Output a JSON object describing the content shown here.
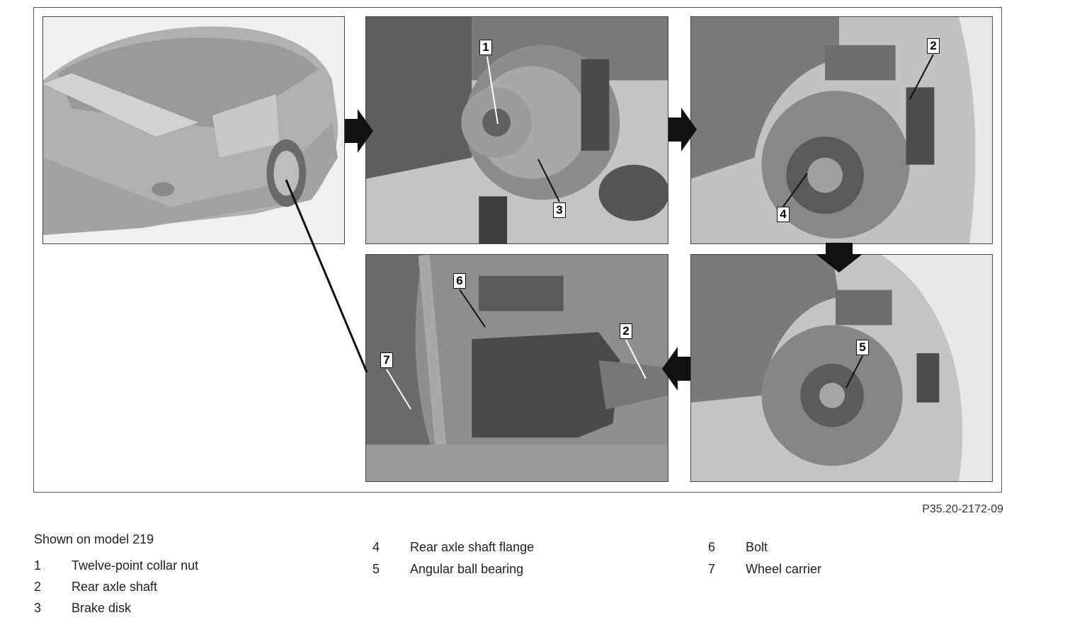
{
  "figure": {
    "reference_code": "P35.20-2172-09",
    "callouts": {
      "p2_label": "1",
      "p3_label_a": "2",
      "p2_label_b": "3",
      "p3_label_b": "4",
      "p5_label": "5",
      "p4_label_a": "6",
      "p4_label_b": "2",
      "p4_label_c": "7"
    }
  },
  "legend": {
    "heading": "Shown on model 219",
    "items": [
      {
        "num": "1",
        "label": "Twelve-point collar nut"
      },
      {
        "num": "2",
        "label": "Rear axle shaft"
      },
      {
        "num": "3",
        "label": "Brake disk"
      },
      {
        "num": "4",
        "label": "Rear axle shaft flange"
      },
      {
        "num": "5",
        "label": "Angular ball bearing"
      },
      {
        "num": "6",
        "label": "Bolt"
      },
      {
        "num": "7",
        "label": "Wheel carrier"
      }
    ]
  }
}
